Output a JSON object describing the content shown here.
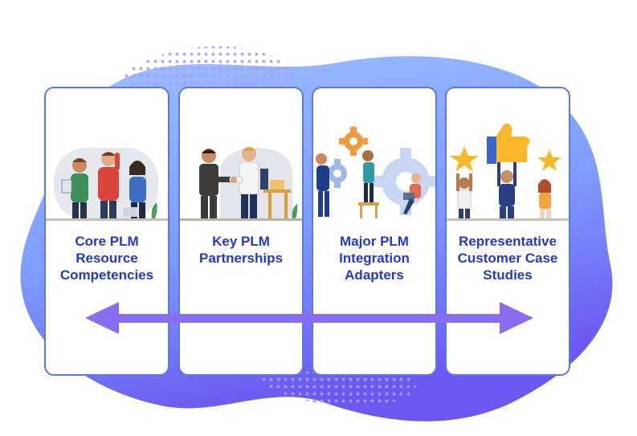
{
  "colors": {
    "blob_light": "#8fb3ff",
    "blob_dark": "#6a5cf2",
    "card_border": "#5b78e8",
    "title_text": "#2438c9",
    "arrow": "#8a6cf0",
    "dots": "#a79ff5"
  },
  "cards": [
    {
      "title": "Core PLM\nResource\nCompetencies",
      "illustration": "team-illustration"
    },
    {
      "title": "Key PLM\nPartnerships",
      "illustration": "handshake-illustration"
    },
    {
      "title": "Major PLM\nIntegration\nAdapters",
      "illustration": "gears-illustration"
    },
    {
      "title": "Representative\nCustomer Case\nStudies",
      "illustration": "stars-thumbs-up-illustration"
    }
  ],
  "connector": {
    "type": "double-headed-arrow"
  }
}
